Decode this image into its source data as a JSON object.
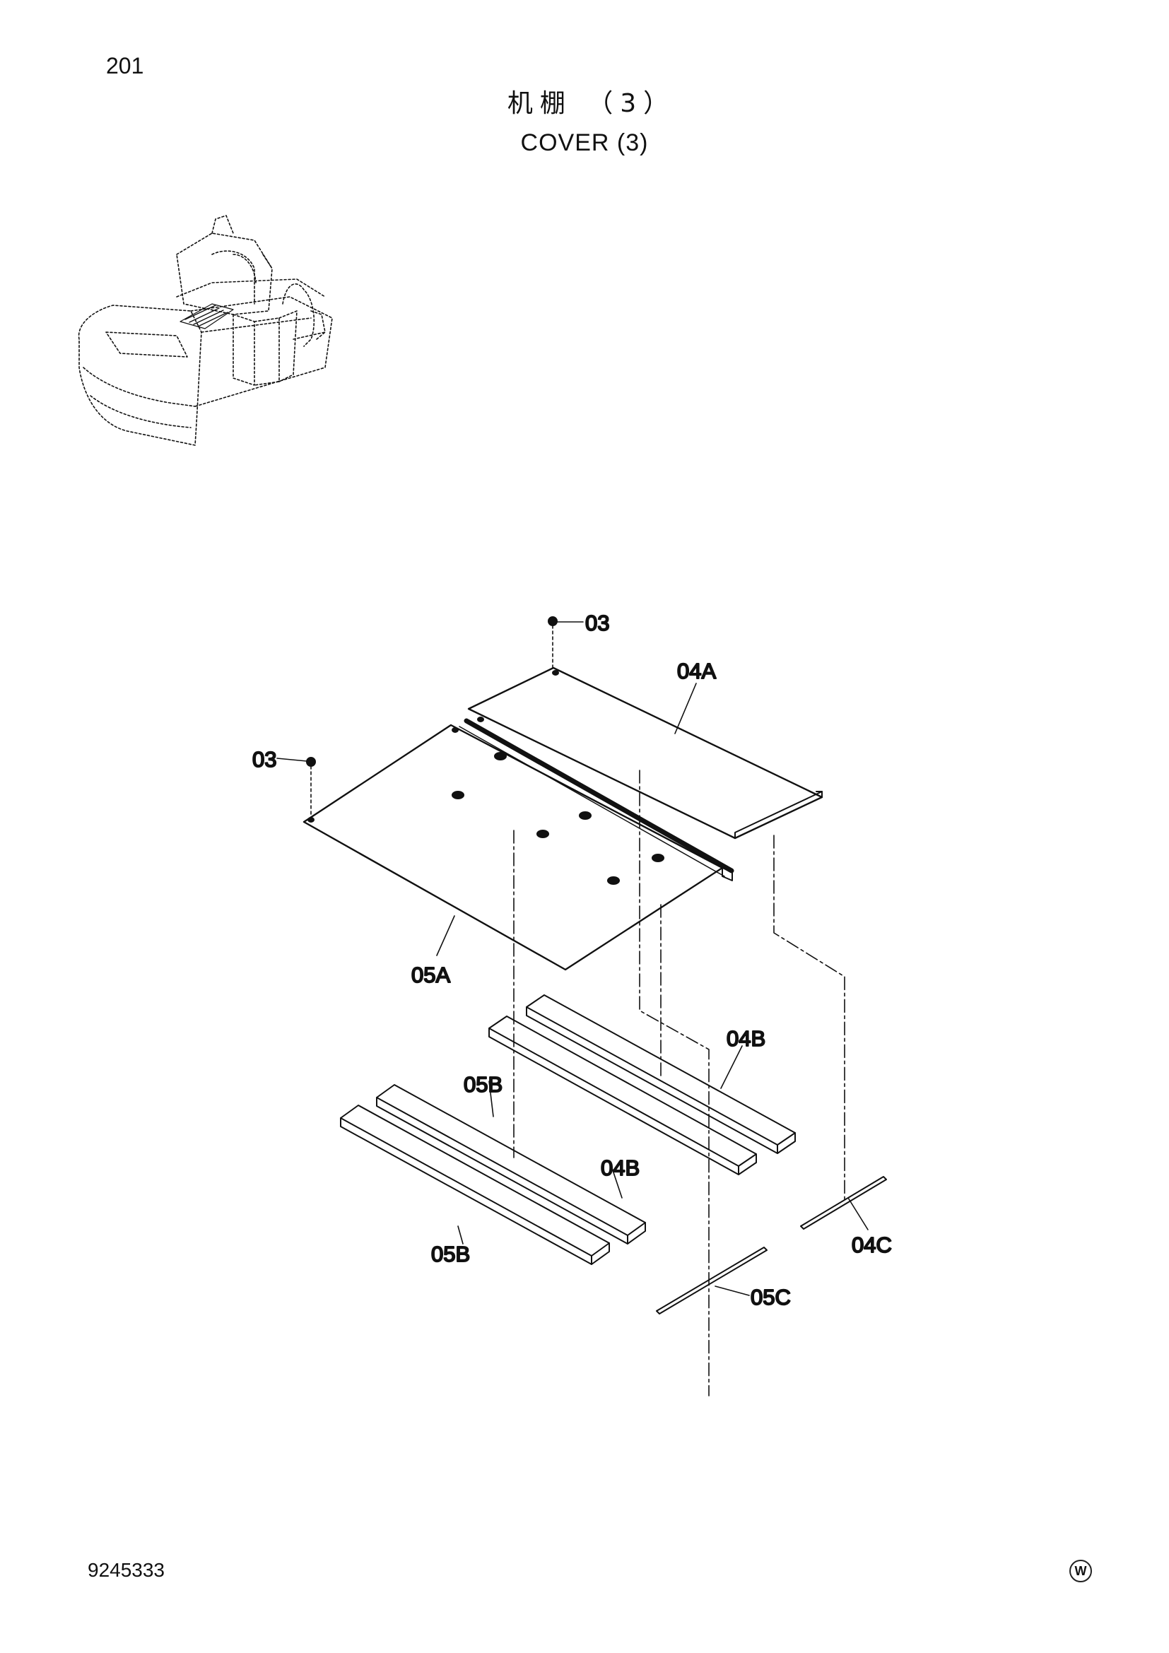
{
  "page": {
    "number": "201",
    "title_cn": "机棚 （3）",
    "title_en": "COVER (3)",
    "doc_number": "9245333",
    "w_mark": "W"
  },
  "callouts": {
    "c03_top": "03",
    "c03_left": "03",
    "c04A": "04A",
    "c05A": "05A",
    "c04B_upper": "04B",
    "c05B_upper": "05B",
    "c04B_lower": "04B",
    "c05B_lower": "05B",
    "c04C": "04C",
    "c05C": "05C"
  }
}
